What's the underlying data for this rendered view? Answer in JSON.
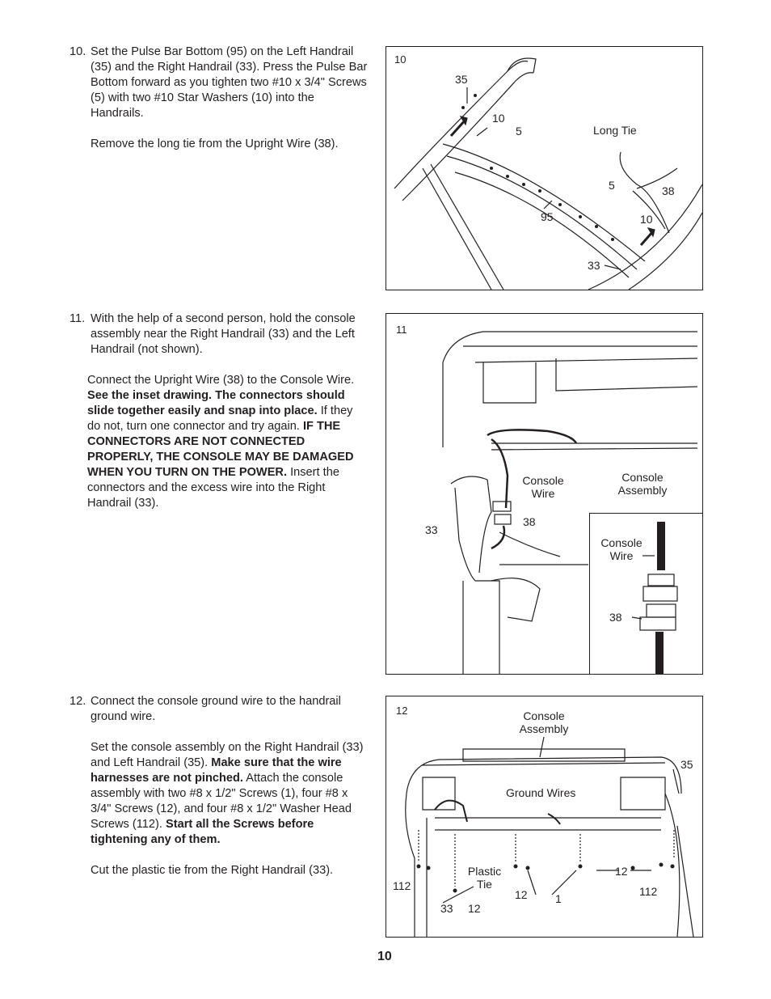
{
  "steps": [
    {
      "number": "10.",
      "paragraphs": [
        "Set the Pulse Bar Bottom (95) on the Left Handrail (35) and the Right Handrail (33). Press the Pulse Bar Bottom forward as you tighten two #10 x 3/4\" Screws (5) with two #10 Star Washers (10) into the Handrails.",
        "Remove the long tie from the Upright Wire (38)."
      ]
    },
    {
      "number": "11.",
      "p1": "With the help of a second person, hold the console assembly near the Right Handrail (33) and the Left Handrail (not shown).",
      "p2_a": "Connect the Upright Wire (38) to the Console Wire.",
      "p2_b": "See the inset drawing. The connectors should slide together easily and snap into place.",
      "p2_c": "If they do not, turn one connector and try again.",
      "p2_d": "IF THE CONNECTORS ARE NOT CONNECTED PROPERLY, THE CONSOLE MAY BE DAMAGED WHEN YOU TURN ON THE POWER.",
      "p2_e": "Insert the connectors and the excess wire into the Right Handrail (33)."
    },
    {
      "number": "12.",
      "p1": "Connect the console ground wire to the handrail ground wire.",
      "p2_a": "Set the console assembly on the Right Handrail (33) and Left Handrail (35).",
      "p2_b": "Make sure that the wire harnesses are not pinched.",
      "p2_c": "Attach the console assembly with two #8 x 1/2\" Screws (1), four #8 x 3/4\" Screws (12), and four #8 x 1/2\" Washer Head Screws (112).",
      "p2_d": "Start all the Screws before tightening any of them.",
      "p3": "Cut the plastic tie from the Right Handrail (33)."
    }
  ],
  "figures": {
    "fig10": {
      "number": "10",
      "labels": {
        "l35": "35",
        "l10a": "10",
        "l5a": "5",
        "longtie": "Long Tie",
        "l5b": "5",
        "l38": "38",
        "l10b": "10",
        "l95": "95",
        "l33": "33"
      }
    },
    "fig11": {
      "number": "11",
      "labels": {
        "consolewire": "Console Wire",
        "consoleassembly": "Console Assembly",
        "l38": "38",
        "l33": "33",
        "inset_consolewire": "Console Wire",
        "inset_38": "38"
      }
    },
    "fig12": {
      "number": "12",
      "labels": {
        "consoleassembly": "Console Assembly",
        "l35": "35",
        "groundwires": "Ground Wires",
        "plastictie": "Plastic Tie",
        "l112a": "112",
        "l33": "33",
        "l12a": "12",
        "l12b": "12",
        "l1": "1",
        "l12c": "12",
        "l112b": "112"
      }
    }
  },
  "page_number": "10"
}
